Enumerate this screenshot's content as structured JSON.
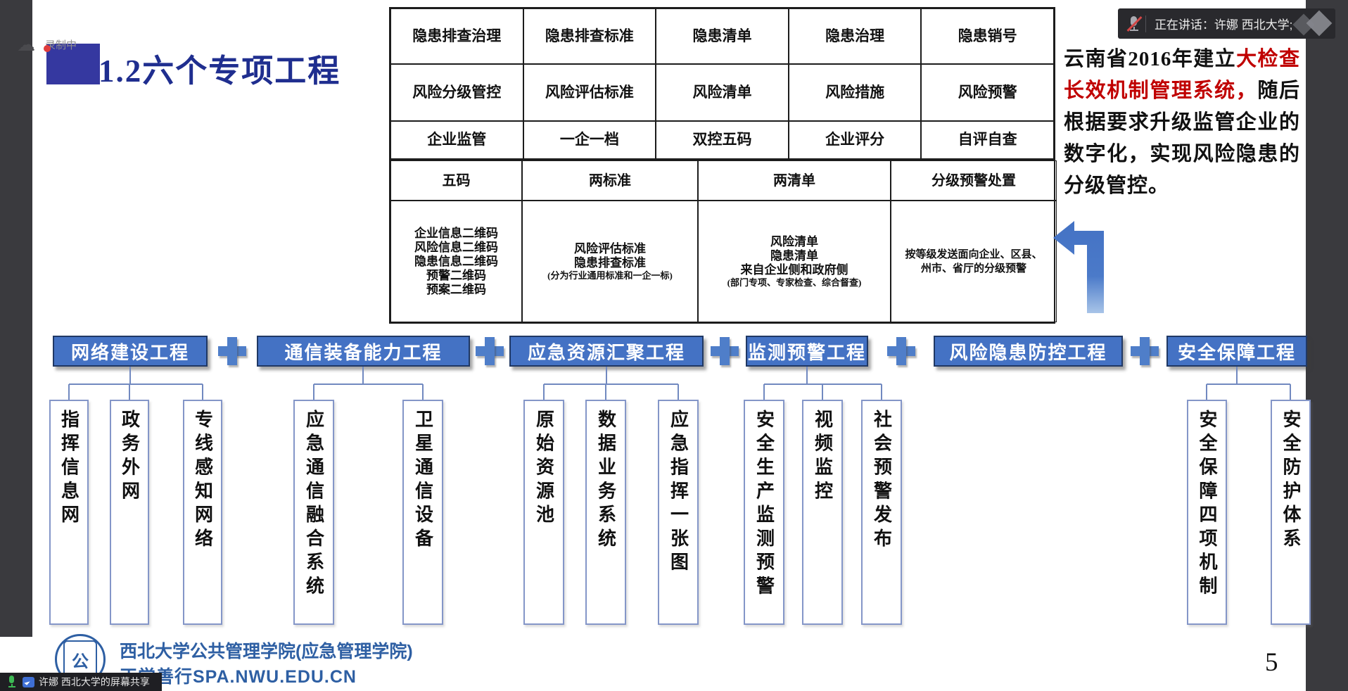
{
  "overlays": {
    "recording_label": "录制中",
    "speaking_label": "正在讲话：许娜 西北大学;",
    "screen_share_label": "许娜 西北大学的屏幕共享"
  },
  "slide": {
    "title": "1.2六个专项工程",
    "page_number": "5",
    "side_note": {
      "pre": "云南省2016年建立",
      "highlight": "大检查长效机制管理系统，",
      "post": "随后根据要求升级监管企业的数字化，实现风险隐患的分级管控。"
    },
    "table": {
      "top": [
        [
          "隐患排查治理",
          "隐患排查标准",
          "隐患清单",
          "隐患治理",
          "隐患销号"
        ],
        [
          "风险分级管控",
          "风险评估标准",
          "风险清单",
          "风险措施",
          "风险预警"
        ],
        [
          "企业监管",
          "一企一档",
          "双控五码",
          "企业评分",
          "自评自查"
        ]
      ],
      "groups": [
        "五码",
        "两标准",
        "两清单",
        "分级预警处置"
      ],
      "details": {
        "codes": [
          "企业信息二维码",
          "风险信息二维码",
          "隐患信息二维码",
          "预警二维码",
          "预案二维码"
        ],
        "standards": [
          "风险评估标准",
          "隐患排查标准"
        ],
        "standards_note": "(分为行业通用标准和一企一标)",
        "lists": [
          "风险清单",
          "隐患清单",
          "来自企业侧和政府侧"
        ],
        "lists_note": "(部门专项、专家检查、综合督查)",
        "warning": [
          "按等级发送面向企业、区县、",
          "州市、省厅的分级预警"
        ]
      }
    },
    "projects": [
      {
        "label": "网络建设工程",
        "children": [
          "指挥信息网",
          "政务外网",
          "专线感知网络"
        ]
      },
      {
        "label": "通信装备能力工程",
        "children": [
          "应急通信融合系统",
          "卫星通信设备"
        ]
      },
      {
        "label": "应急资源汇聚工程",
        "children": [
          "原始资源池",
          "数据业务系统",
          "应急指挥一张图"
        ]
      },
      {
        "label": "监测预警工程",
        "children": [
          "安全生产监测预警",
          "视频监控",
          "社会预警发布"
        ]
      },
      {
        "label": "风险隐患防控工程",
        "children": []
      },
      {
        "label": "安全保障工程",
        "children": [
          "安全保障四项机制",
          "安全防护体系"
        ]
      }
    ],
    "footer": {
      "line1": "西北大学公共管理学院(应急管理学院)",
      "line2": "正学善行SPA.NWU.EDU.CN",
      "seal_glyph": "公"
    }
  },
  "icons": {
    "recording_cloud": "cloud-with-red-dot",
    "muted_mic": "microphone-muted",
    "mic": "microphone-active",
    "screen_share": "screen-share",
    "plus_connector": "plus",
    "diamond_logo": "double-diamond"
  },
  "colors": {
    "primary_blue": "#4472c4",
    "title_navy": "#1f2e8f",
    "highlight_red": "#c00000",
    "footer_blue": "#2e5fa3",
    "letterbox_gray": "#3a3a3e"
  }
}
